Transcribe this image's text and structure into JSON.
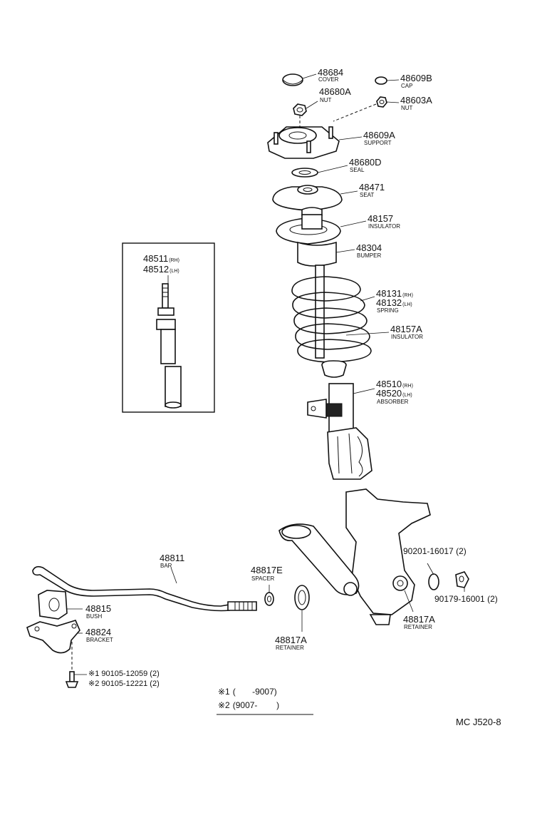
{
  "callouts": [
    {
      "id": "cover",
      "part": "48684",
      "name": "COVER"
    },
    {
      "id": "nut-a",
      "part": "48680A",
      "name": "NUT"
    },
    {
      "id": "cap",
      "part": "48609B",
      "name": "CAP"
    },
    {
      "id": "nut-b",
      "part": "48603A",
      "name": "NUT"
    },
    {
      "id": "support",
      "part": "48609A",
      "name": "SUPPORT"
    },
    {
      "id": "seal",
      "part": "48680D",
      "name": "SEAL"
    },
    {
      "id": "seat",
      "part": "48471",
      "name": "SEAT"
    },
    {
      "id": "insulator-upper",
      "part": "48157",
      "name": "INSULATOR"
    },
    {
      "id": "bumper",
      "part": "48304",
      "name": "BUMPER"
    },
    {
      "id": "spring",
      "part": "48131",
      "suffix": "(RH)",
      "part2": "48132",
      "suffix2": "(LH)",
      "name": "SPRING"
    },
    {
      "id": "insulator-lower",
      "part": "48157A",
      "name": "INSULATOR"
    },
    {
      "id": "absorber",
      "part": "48510",
      "suffix": "(RH)",
      "part2": "48520",
      "suffix2": "(LH)",
      "name": "ABSORBER"
    },
    {
      "id": "cartridge",
      "part": "48511",
      "suffix": "(RH)",
      "part2": "48512",
      "suffix2": "(LH)",
      "name": ""
    },
    {
      "id": "bar",
      "part": "48811",
      "name": "BAR"
    },
    {
      "id": "spacer",
      "part": "48817E",
      "name": "SPACER"
    },
    {
      "id": "bush",
      "part": "48815",
      "name": "BUSH"
    },
    {
      "id": "bracket",
      "part": "48824",
      "name": "BRACKET"
    },
    {
      "id": "retainer-left",
      "part": "48817A",
      "name": "RETAINER"
    },
    {
      "id": "retainer-right",
      "part": "48817A",
      "name": "RETAINER"
    },
    {
      "id": "bolt-1",
      "part": "90201-16017 (2)",
      "name": ""
    },
    {
      "id": "bolt-2",
      "part": "90179-16001 (2)",
      "name": ""
    },
    {
      "id": "bolt-bracket-1",
      "part": "※1 90105-12059 (2)",
      "name": ""
    },
    {
      "id": "bolt-bracket-2",
      "part": "※2 90105-12221 (2)",
      "name": ""
    }
  ],
  "legend": [
    {
      "mark": "※1",
      "range": "(       -9007)"
    },
    {
      "mark": "※2",
      "range": "(9007-        )"
    }
  ],
  "diagram_code": "MC J520-8"
}
